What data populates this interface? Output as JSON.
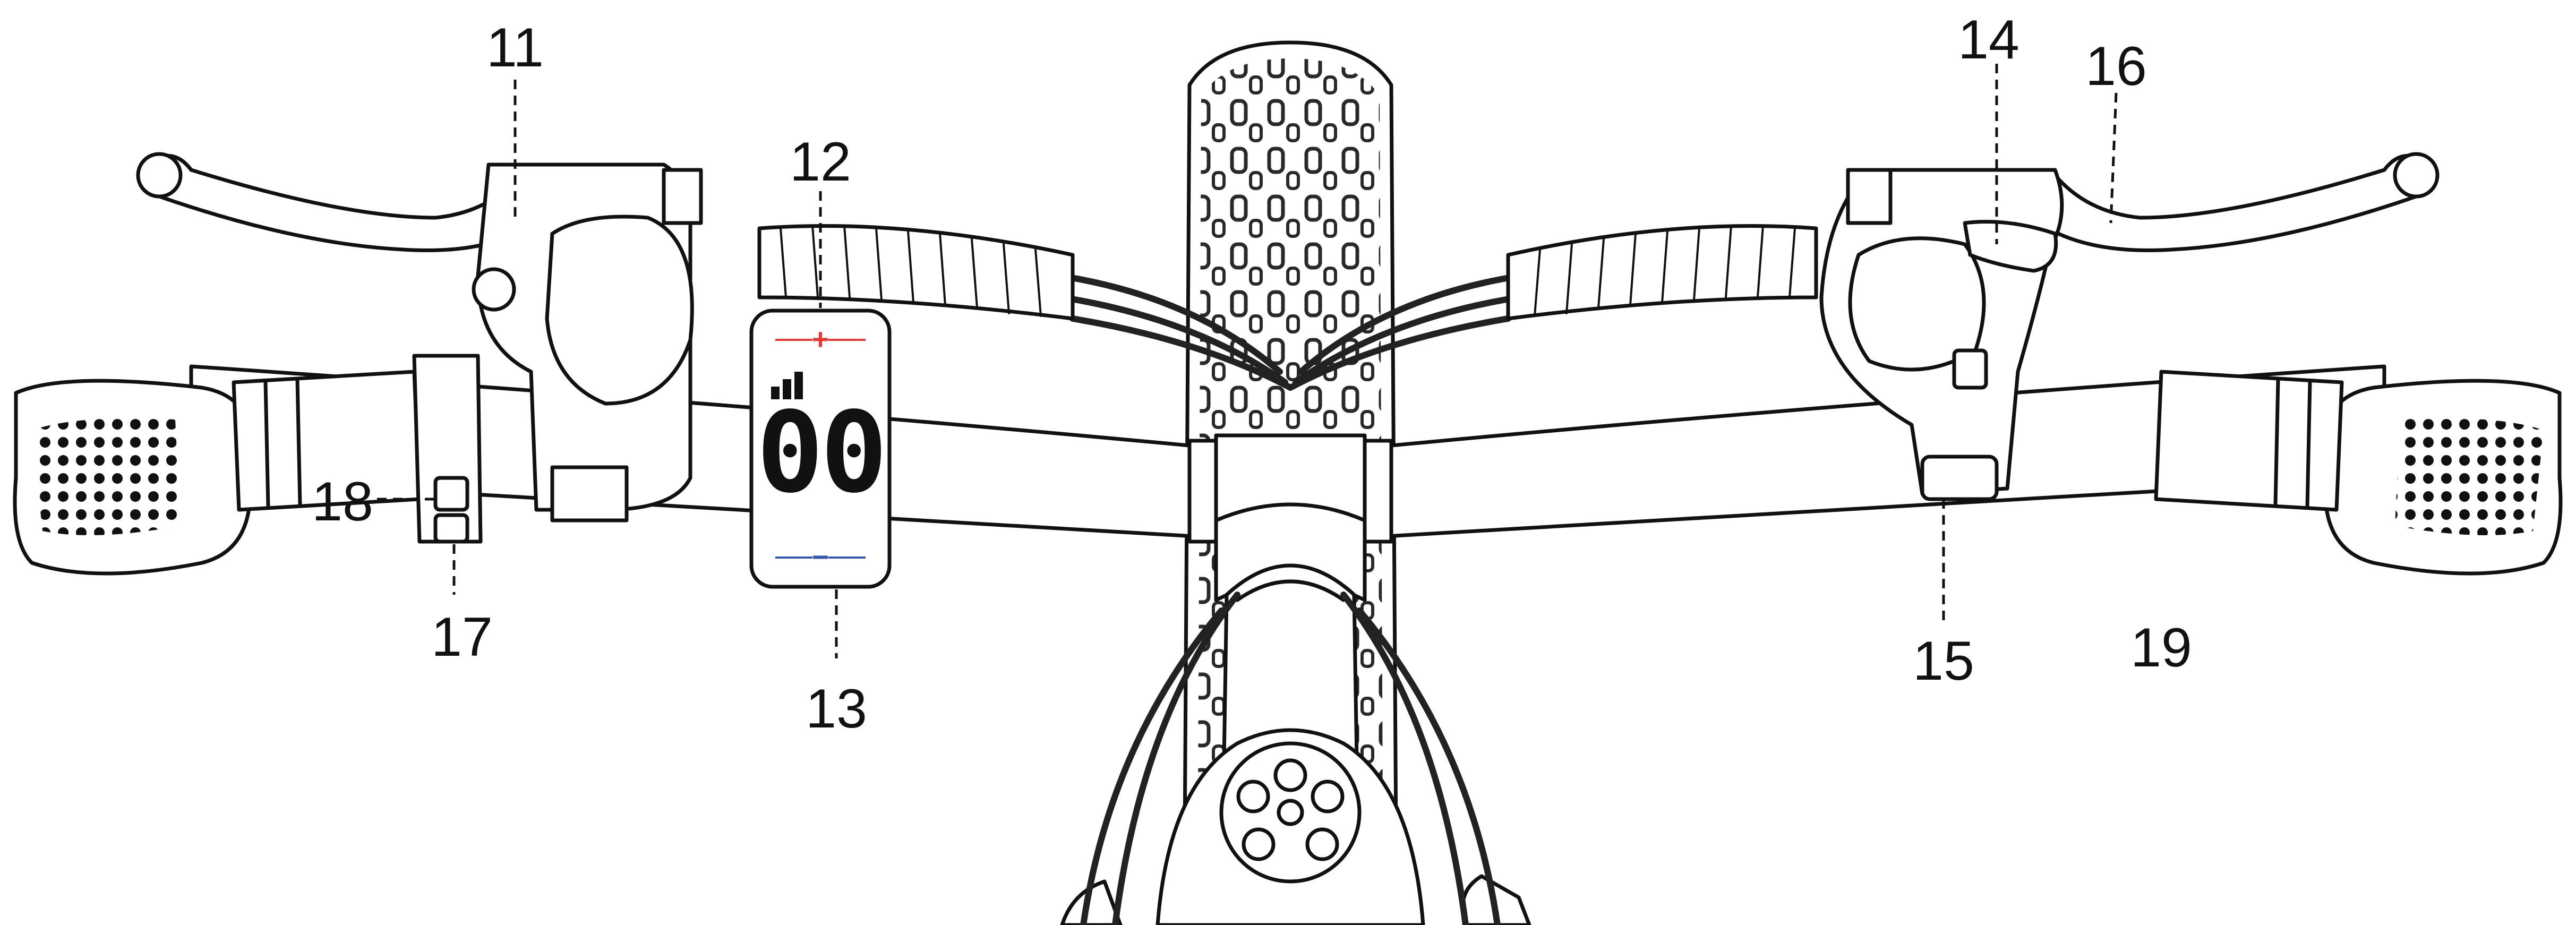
{
  "display": {
    "plus_symbol": "+",
    "minus_symbol": "−",
    "speed_readout": "00",
    "signal_icon": "signal-bars-icon",
    "colors": {
      "plus": "#e53935",
      "minus": "#3558a8"
    }
  },
  "callouts": {
    "c11": "11",
    "c12": "12",
    "c13": "13",
    "c14": "14",
    "c15": "15",
    "c16": "16",
    "c17": "17",
    "c18": "18",
    "c19": "19"
  }
}
